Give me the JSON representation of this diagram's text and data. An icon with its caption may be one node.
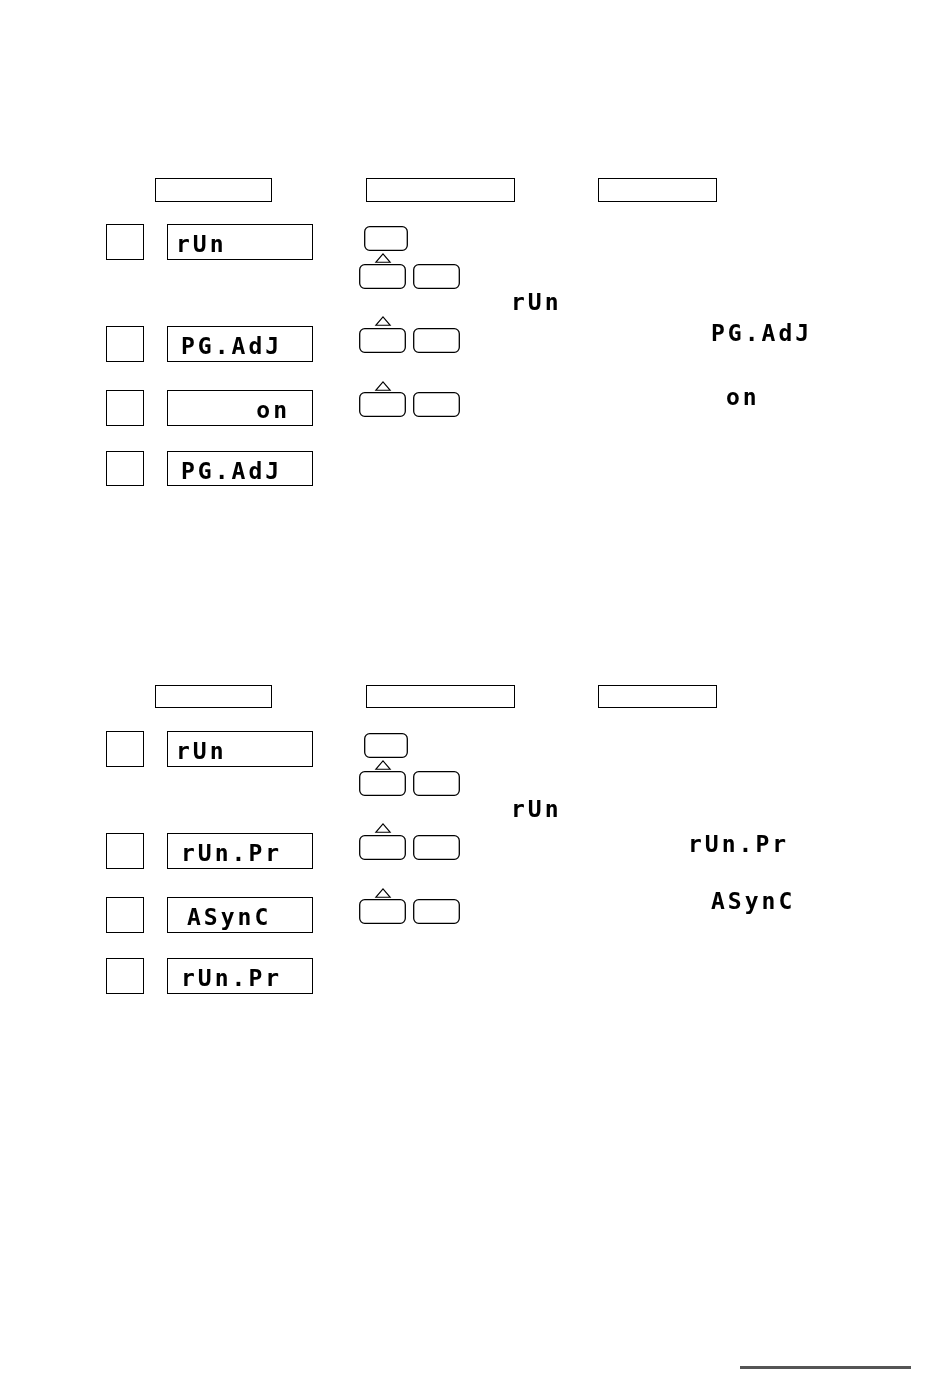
{
  "diagram": {
    "nodes": [
      {
        "text": [],
        "shape": "box"
      },
      {
        "text": [],
        "shape": "box"
      },
      {
        "text": [],
        "shape": "box"
      },
      {
        "text": [],
        "shape": "box"
      },
      {
        "text": [
          "rUn"
        ]
      },
      {
        "text": [],
        "shape": "box"
      },
      {
        "text": [
          "PG.AdJ"
        ]
      },
      {
        "text": [],
        "shape": "box"
      },
      {
        "text": [
          "on"
        ]
      },
      {
        "text": [],
        "shape": "box"
      },
      {
        "text": [
          "PG.AdJ"
        ]
      },
      {
        "text": [],
        "shape": "box"
      },
      {
        "text": [],
        "shape": "box"
      },
      {
        "text": [],
        "shape": "box"
      },
      {
        "text": [],
        "shape": "box"
      },
      {
        "text": [
          "rUn"
        ]
      },
      {
        "text": [],
        "shape": "box"
      },
      {
        "text": [
          "rUn.Pr"
        ]
      },
      {
        "text": [],
        "shape": "box"
      },
      {
        "text": [
          "ASynC"
        ]
      },
      {
        "text": [],
        "shape": "box"
      },
      {
        "text": [
          "rUn.Pr"
        ]
      }
    ],
    "labels": [
      "rUn",
      "PG.AdJ",
      "on",
      "rUn",
      "rUn.Pr",
      "ASynC"
    ]
  }
}
